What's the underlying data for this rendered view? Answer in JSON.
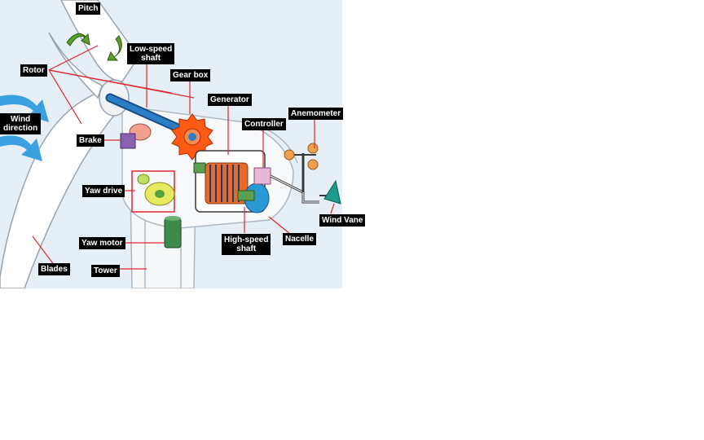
{
  "labels": {
    "pitch": "Pitch",
    "rotor": "Rotor",
    "low_speed_shaft_1": "Low-speed",
    "low_speed_shaft_2": "shaft",
    "gear_box": "Gear box",
    "generator": "Generator",
    "controller": "Controller",
    "anemometer": "Anemometer",
    "wind_direction_1": "Wind",
    "wind_direction_2": "direction",
    "brake": "Brake",
    "yaw_drive": "Yaw drive",
    "wind_vane": "Wind Vane",
    "yaw_motor": "Yaw motor",
    "high_speed_shaft_1": "High-speed",
    "high_speed_shaft_2": "shaft",
    "nacelle": "Nacelle",
    "blades": "Blades",
    "tower": "Tower"
  },
  "colors": {
    "sky": "#e6eef6",
    "gear": "#ff5a14",
    "shaft": "#2a7fc6",
    "leader": "#e0262e",
    "generator_coil": "#e86a2a",
    "yaw_motor": "#3e8a4a",
    "wind_vane": "#1e9a8c",
    "anemometer": "#f0a050",
    "controller": "#e8b8d8",
    "wind_arrow": "#3aa0e0"
  }
}
